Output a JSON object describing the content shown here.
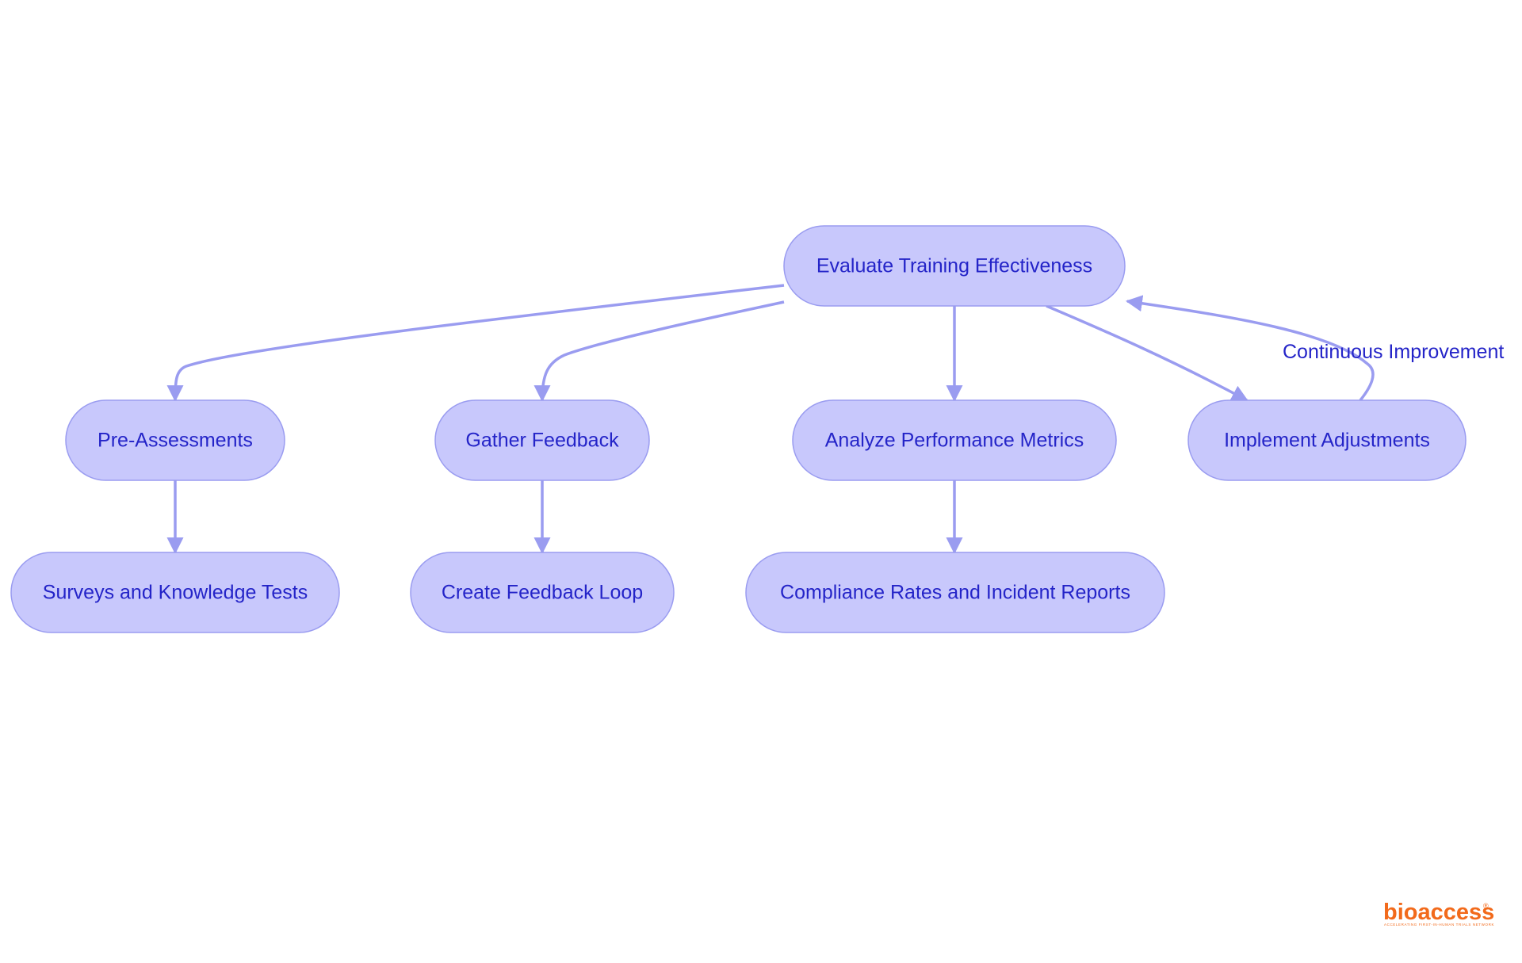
{
  "diagram": {
    "nodes": {
      "root": "Evaluate Training Effectiveness",
      "pre_assessments": "Pre-Assessments",
      "gather_feedback": "Gather Feedback",
      "analyze_metrics": "Analyze Performance Metrics",
      "implement_adjustments": "Implement Adjustments",
      "surveys_tests": "Surveys and Knowledge Tests",
      "feedback_loop": "Create Feedback Loop",
      "compliance_reports": "Compliance Rates and Incident Reports"
    },
    "edges": [
      {
        "from": "root",
        "to": "pre_assessments"
      },
      {
        "from": "root",
        "to": "gather_feedback"
      },
      {
        "from": "root",
        "to": "analyze_metrics"
      },
      {
        "from": "root",
        "to": "implement_adjustments"
      },
      {
        "from": "pre_assessments",
        "to": "surveys_tests"
      },
      {
        "from": "gather_feedback",
        "to": "feedback_loop"
      },
      {
        "from": "analyze_metrics",
        "to": "compliance_reports"
      },
      {
        "from": "implement_adjustments",
        "to": "root",
        "label": "Continuous Improvement"
      }
    ],
    "edge_labels": {
      "continuous_improvement": "Continuous Improvement"
    }
  },
  "logo": {
    "text": "bioaccess",
    "registered_mark": "®",
    "tagline": "ACCELERATING FIRST-IN-HUMAN TRIALS NETWORK"
  },
  "colors": {
    "node_fill": "#c8c8fc",
    "node_stroke": "#9a9cf0",
    "text": "#2424c8",
    "edge": "#9a9cf0",
    "logo": "#f26a1b"
  }
}
